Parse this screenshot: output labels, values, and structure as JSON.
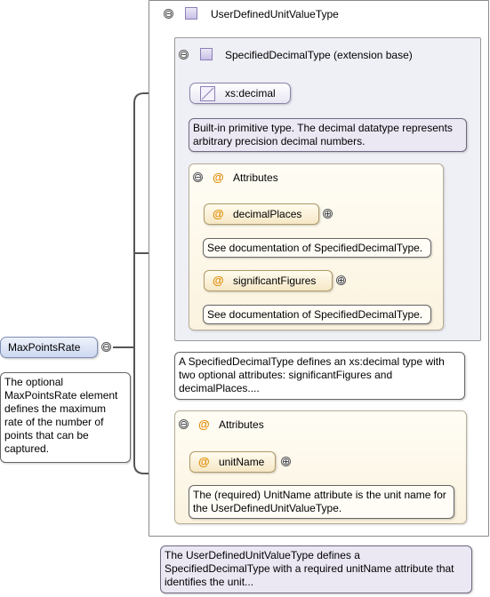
{
  "outer_type": {
    "name": "UserDefinedUnitValueType",
    "collapse": "⊖"
  },
  "base_type": {
    "name": "SpecifiedDecimalType (extension base)",
    "collapse": "⊖"
  },
  "primitive": {
    "name": "xs:decimal",
    "doc": "Built-in primitive type. The decimal datatype represents arbitrary precision decimal numbers."
  },
  "inner_attributes": {
    "label": "Attributes",
    "collapse": "⊖",
    "items": [
      {
        "name": "decimalPlaces",
        "expand": "⊕",
        "doc": "See documentation of SpecifiedDecimalType."
      },
      {
        "name": "significantFigures",
        "expand": "⊕",
        "doc": "See documentation of SpecifiedDecimalType."
      }
    ]
  },
  "base_doc": "A SpecifiedDecimalType defines an xs:decimal type with two optional attributes: significantFigures and decimalPlaces....",
  "outer_attributes": {
    "label": "Attributes",
    "collapse": "⊖",
    "items": [
      {
        "name": "unitName",
        "expand": "⊕",
        "doc": "The (required) UnitName attribute is the unit name for the UserDefinedUnitValueType."
      }
    ]
  },
  "outer_doc": "The UserDefinedUnitValueType defines a SpecifiedDecimalType with a required unitName attribute that identifies the unit...",
  "element": {
    "name": "MaxPointsRate",
    "collapse": "⊖",
    "doc": "The optional MaxPointsRate element defines the maximum rate of the number of points that can be captured."
  },
  "at_symbol": "@"
}
